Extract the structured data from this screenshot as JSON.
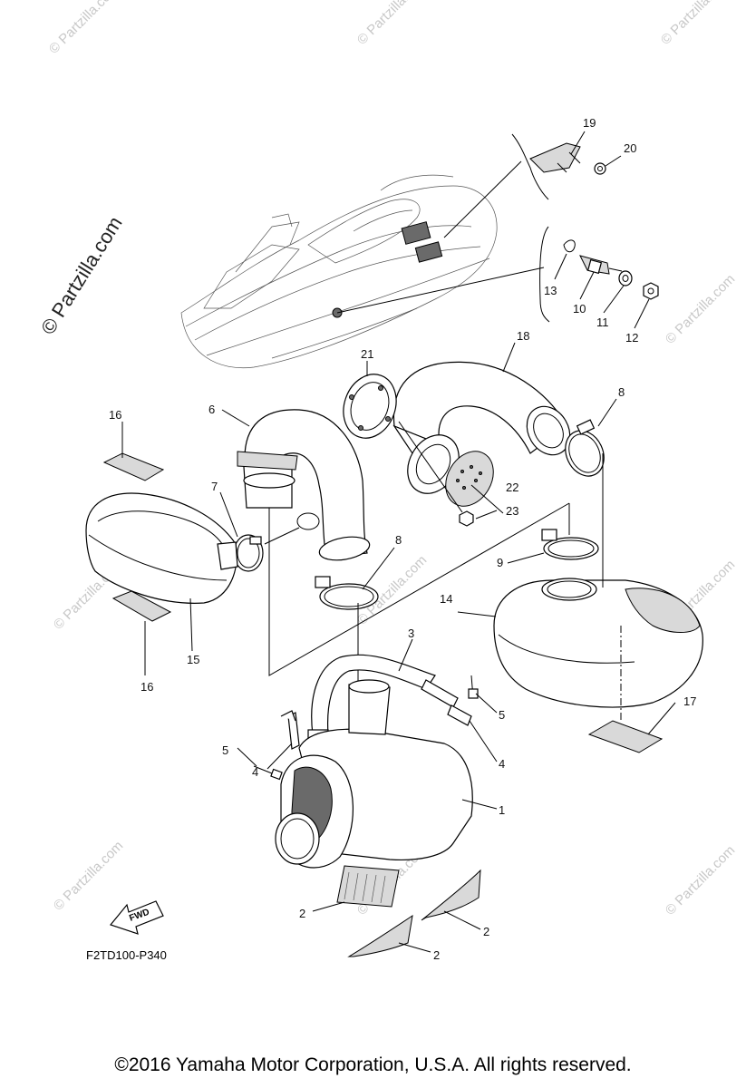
{
  "watermark": "© Partzilla.com",
  "copyright": "©2016  Yamaha Motor Corporation, U.S.A. All rights reserved.",
  "diagram_code": "F2TD100-P340",
  "fwd_label": "FWD",
  "callouts": {
    "c1": "1",
    "c2a": "2",
    "c2b": "2",
    "c2c": "2",
    "c3": "3",
    "c4a": "4",
    "c4b": "4",
    "c5a": "5",
    "c5b": "5",
    "c6": "6",
    "c7": "7",
    "c8a": "8",
    "c8b": "8",
    "c9": "9",
    "c10": "10",
    "c11": "11",
    "c12": "12",
    "c13": "13",
    "c14": "14",
    "c15": "15",
    "c16a": "16",
    "c16b": "16",
    "c17": "17",
    "c18": "18",
    "c19": "19",
    "c20": "20",
    "c21": "21",
    "c22": "22",
    "c23": "23"
  }
}
